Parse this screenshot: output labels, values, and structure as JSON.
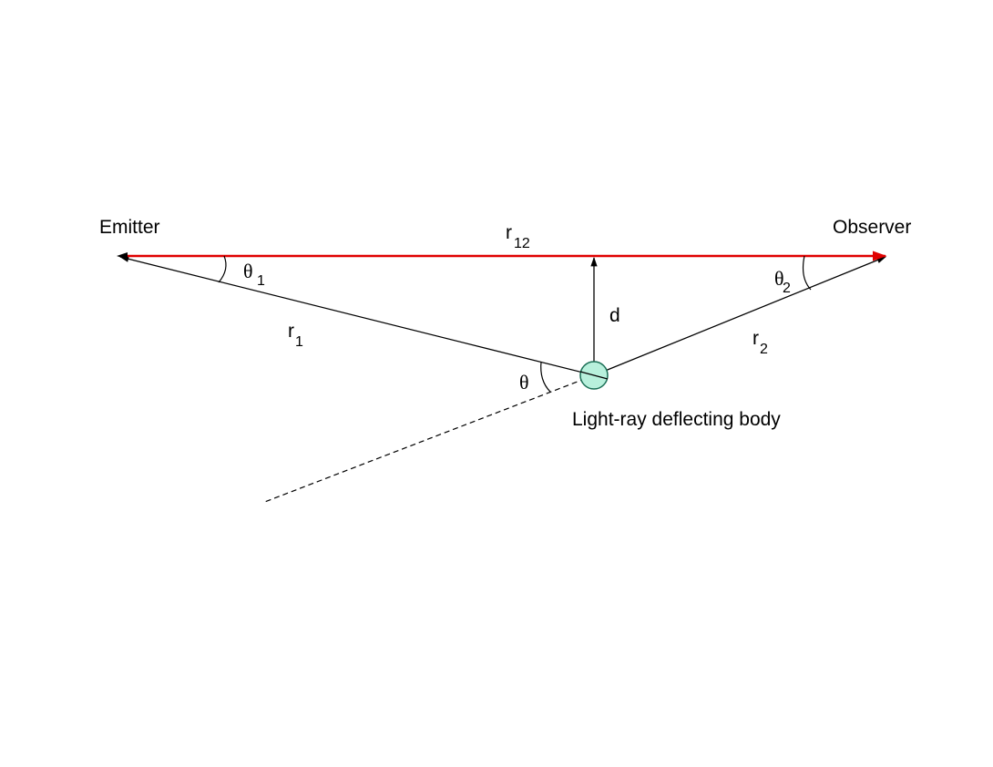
{
  "labels": {
    "emitter": "Emitter",
    "observer": "Observer",
    "body": "Light-ray deflecting body",
    "d": "d",
    "r12": {
      "base": "r",
      "sub": "12"
    },
    "r1": {
      "base": "r",
      "sub": "1"
    },
    "r2": {
      "base": "r",
      "sub": "2"
    },
    "theta": "θ",
    "theta1": {
      "base": "θ",
      "sub": "1"
    },
    "theta2": {
      "base": "θ",
      "sub": "2"
    }
  },
  "colors": {
    "ray": "#e00000",
    "lines": "#000000",
    "body_fill": "#b8f0dc",
    "body_stroke": "#1a6e55"
  }
}
